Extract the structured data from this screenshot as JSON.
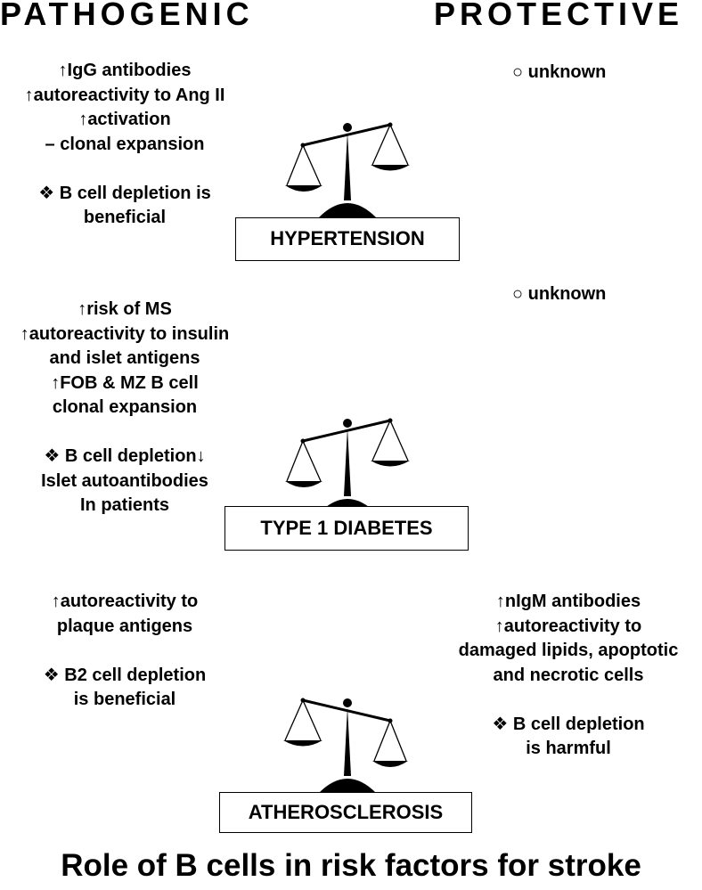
{
  "headings": {
    "left": "PATHOGENIC",
    "right": "PROTECTIVE"
  },
  "hypertension": {
    "label": "HYPERTENSION",
    "pathogenic": [
      "↑IgG antibodies",
      "↑autoreactivity to Ang II",
      "↑activation",
      "–  clonal expansion"
    ],
    "pathogenic_note": [
      "❖ B cell depletion is",
      "beneficial"
    ],
    "protective": [
      "○  unknown"
    ]
  },
  "diabetes": {
    "label": "TYPE 1 DIABETES",
    "pathogenic": [
      "↑risk of MS",
      "↑autoreactivity to insulin",
      "and islet antigens",
      "↑FOB & MZ B cell",
      "clonal expansion"
    ],
    "pathogenic_note": [
      "❖ B cell depletion↓",
      "Islet autoantibodies",
      "In patients"
    ],
    "protective": [
      "○  unknown"
    ]
  },
  "atherosclerosis": {
    "label": "ATHEROSCLEROSIS",
    "pathogenic": [
      "↑autoreactivity to",
      "plaque antigens"
    ],
    "pathogenic_note": [
      "❖ B2 cell depletion",
      "is beneficial"
    ],
    "protective": [
      "↑nIgM antibodies",
      "↑autoreactivity to",
      "damaged lipids, apoptotic",
      "and necrotic cells"
    ],
    "protective_note": [
      "❖ B cell depletion",
      "is harmful"
    ]
  },
  "caption": "Role of B cells in risk factors for stroke"
}
